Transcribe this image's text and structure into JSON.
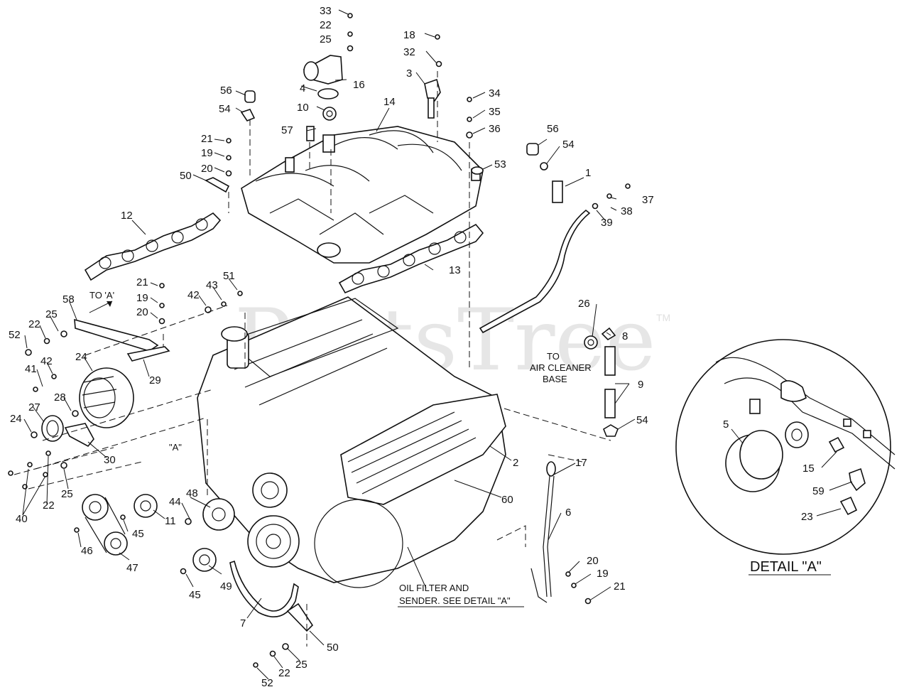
{
  "watermark": {
    "text": "PartsTree",
    "tm": "TM"
  },
  "callouts": {
    "c33": "33",
    "c22a": "22",
    "c25a": "25",
    "c16": "16",
    "c4": "4",
    "c10": "10",
    "c57": "57",
    "c18": "18",
    "c32": "32",
    "c3": "3",
    "c14": "14",
    "c34": "34",
    "c35": "35",
    "c36": "36",
    "c53": "53",
    "c56a": "56",
    "c54a": "54",
    "c21a": "21",
    "c19a": "19",
    "c20a": "20",
    "c50a": "50",
    "c12": "12",
    "c13": "13",
    "c56b": "56",
    "c54b": "54",
    "c1": "1",
    "c37": "37",
    "c38": "38",
    "c39": "39",
    "c21b": "21",
    "c19b": "19",
    "c20b": "20",
    "c42a": "42",
    "c43": "43",
    "c51": "51",
    "c58": "58",
    "c22b": "22",
    "c25b": "25",
    "c52a": "52",
    "c24a": "24",
    "c29": "29",
    "c41": "41",
    "c42b": "42",
    "c28": "28",
    "c27": "27",
    "c24b": "24",
    "c30": "30",
    "c25c": "25",
    "c22c": "22",
    "c40": "40",
    "c26": "26",
    "c8": "8",
    "c9": "9",
    "c54c": "54",
    "c2": "2",
    "c60": "60",
    "c17": "17",
    "c6": "6",
    "c20c": "20",
    "c19c": "19",
    "c21c": "21",
    "c48": "48",
    "c44": "44",
    "c11": "11",
    "c45a": "45",
    "c46": "46",
    "c47": "47",
    "c49": "49",
    "c45b": "45",
    "c7": "7",
    "c50b": "50",
    "c25d": "25",
    "c22d": "22",
    "c52b": "52",
    "c5": "5",
    "c15": "15",
    "c59": "59",
    "c23": "23"
  },
  "notes": {
    "to_a": "TO 'A'",
    "a_marker": "\"A\"",
    "to_air_1": "TO",
    "to_air_2": "AIR CLEANER",
    "to_air_3": "BASE",
    "oil_filter_1": "OIL FILTER AND",
    "oil_filter_2": "SENDER. SEE DETAIL \"A\""
  },
  "detail": {
    "title": "DETAIL \"A\""
  }
}
